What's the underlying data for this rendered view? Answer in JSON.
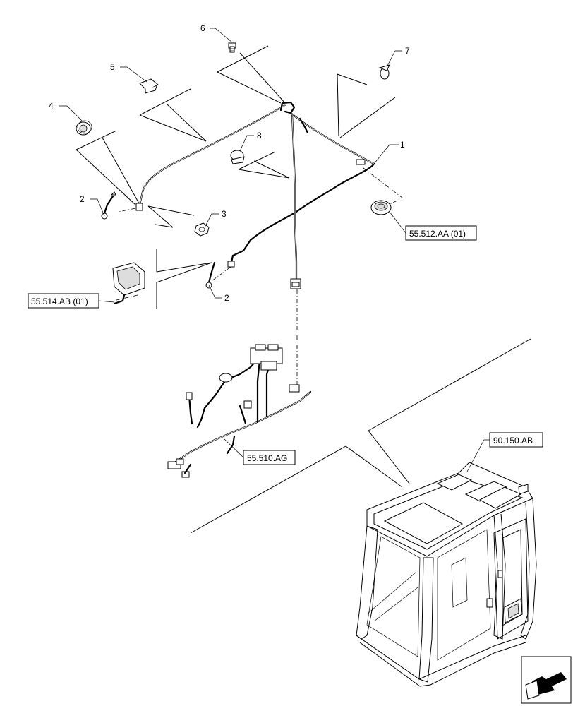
{
  "callouts": {
    "c1": "1",
    "c2a": "2",
    "c2b": "2",
    "c3": "3",
    "c4": "4",
    "c5": "5",
    "c6": "6",
    "c7": "7",
    "c8": "8"
  },
  "references": {
    "roof_light": "55.512.AA (01)",
    "work_lamp": "55.514.AB (01)",
    "main_harness": "55.510.AG",
    "cab": "90.150.AB"
  }
}
